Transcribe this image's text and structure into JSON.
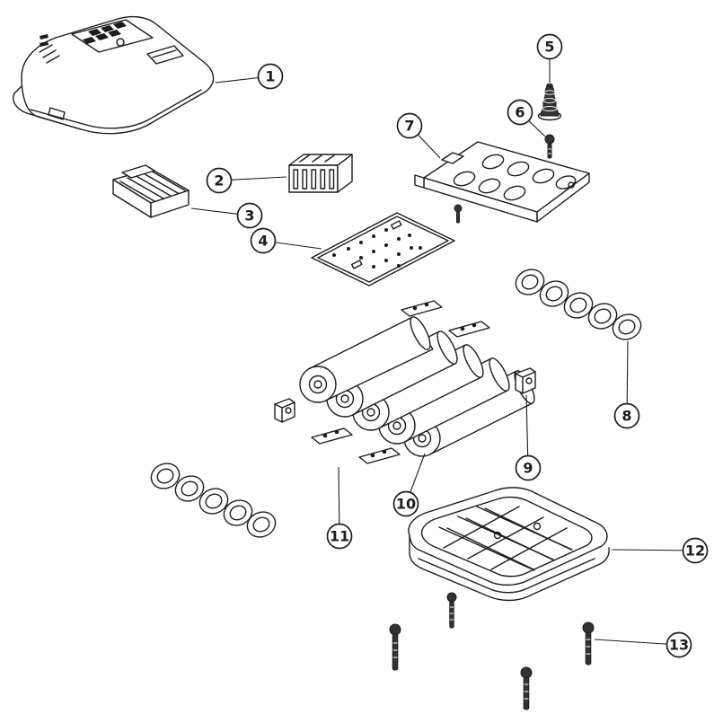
{
  "colors": {
    "ink": "#1c1c1c",
    "background": "#ffffff"
  },
  "callouts": [
    {
      "number": "1",
      "part": "top-housing"
    },
    {
      "number": "2",
      "part": "terminal-block"
    },
    {
      "number": "3",
      "part": "latch-cover"
    },
    {
      "number": "4",
      "part": "circuit-board"
    },
    {
      "number": "5",
      "part": "rubber-boot"
    },
    {
      "number": "6",
      "part": "small-screw"
    },
    {
      "number": "7",
      "part": "cell-holder-top"
    },
    {
      "number": "8",
      "part": "cell-rings-right"
    },
    {
      "number": "9",
      "part": "contact-bracket"
    },
    {
      "number": "10",
      "part": "battery-cells"
    },
    {
      "number": "11",
      "part": "nickel-strips"
    },
    {
      "number": "12",
      "part": "bottom-housing"
    },
    {
      "number": "13",
      "part": "long-screws"
    }
  ]
}
